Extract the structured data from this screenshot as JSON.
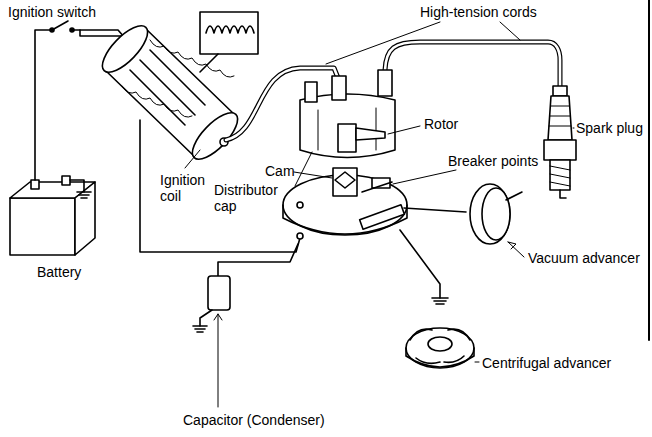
{
  "diagram": {
    "labels": [
      "Ignition switch",
      "High-tension cords",
      "Spark plug",
      "Rotor",
      "Breaker points",
      "Ignition coil",
      "Distributor cap",
      "Cam",
      "Vacuum advancer",
      "Battery",
      "Centrifugal advancer",
      "Capacitor (Condenser)"
    ]
  }
}
